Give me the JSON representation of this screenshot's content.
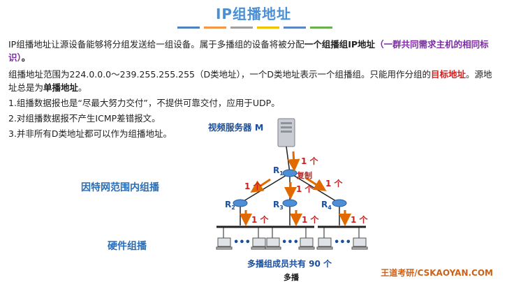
{
  "title": "IP组播地址",
  "stripe_colors": [
    "#4f81bd",
    "#f59646",
    "#9f9f9f",
    "#f2c200",
    "#5b85c4",
    "#6ab04c"
  ],
  "para1": {
    "t1": "IP组播地址让源设备能够将分组发送给一组设备。属于多播组的设备将被分配",
    "t2": "一个组播组IP地址",
    "t3": "（一群共同需求主机的相同标识）",
    "t4": "。"
  },
  "para2": {
    "t1": "组播地址范围为224.0.0.0～239.255.255.255（D类地址），一个D类地址表示一个组播组。只能用作分组的",
    "t2": "目标地址",
    "t3": "。源地址总是为",
    "t4": "单播地址",
    "t5": "。"
  },
  "list": [
    "1.组播数据报也是“尽最大努力交付”，不提供可靠交付，应用于UDP。",
    "2.对组播数据报不产生ICMP差错报文。",
    "3.并非所有D类地址都可以作为组播地址。"
  ],
  "labels": {
    "internet": "因特网范围内组播",
    "hardware": "硬件组播"
  },
  "diagram": {
    "server": "视频服务器 M",
    "routers": [
      "R",
      "R",
      "R",
      "R"
    ],
    "router_subs": [
      "1",
      "2",
      "3",
      "4"
    ],
    "copy": "复制",
    "one": "1 个",
    "dots": "•••",
    "members": "多播组成员共有 90 个",
    "caption": "多播"
  },
  "footer": "王道考研/CSKAOYAN.COM"
}
